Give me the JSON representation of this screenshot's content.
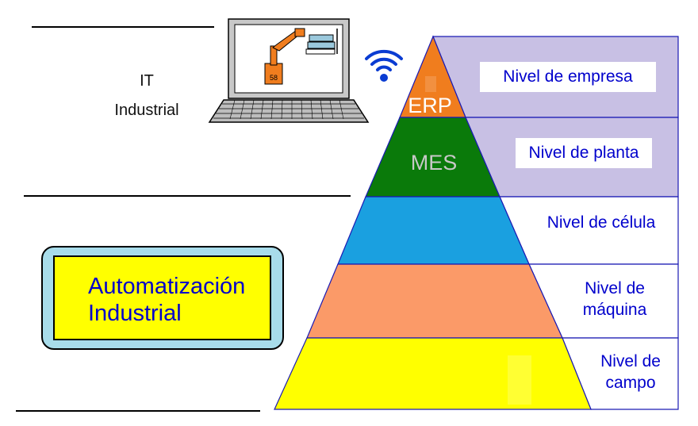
{
  "it_section": {
    "line1": "IT",
    "line2": "Industrial"
  },
  "automation": {
    "line1": "Automatización",
    "line2": "Industrial"
  },
  "laptop": {
    "badge_number": "58"
  },
  "pyramid": {
    "erp_label": "ERP",
    "mes_label": "MES",
    "colors": {
      "erp": "#f07d1e",
      "mes": "#0a7a0a",
      "cell": "#1aa0e0",
      "machine": "#fb9a68",
      "field": "#ffff00",
      "upper_band": "#c8c0e4"
    }
  },
  "levels": [
    {
      "id": "empresa",
      "lines": [
        "Nivel de  empresa"
      ]
    },
    {
      "id": "planta",
      "lines": [
        "Nivel de planta"
      ]
    },
    {
      "id": "celula",
      "lines": [
        "Nivel de célula"
      ]
    },
    {
      "id": "maquina",
      "lines": [
        "Nivel de",
        "máquina"
      ]
    },
    {
      "id": "campo",
      "lines": [
        "Nivel de",
        "campo"
      ]
    }
  ],
  "icons": {
    "laptop": "laptop-robot-icon",
    "wifi": "wifi-icon"
  }
}
